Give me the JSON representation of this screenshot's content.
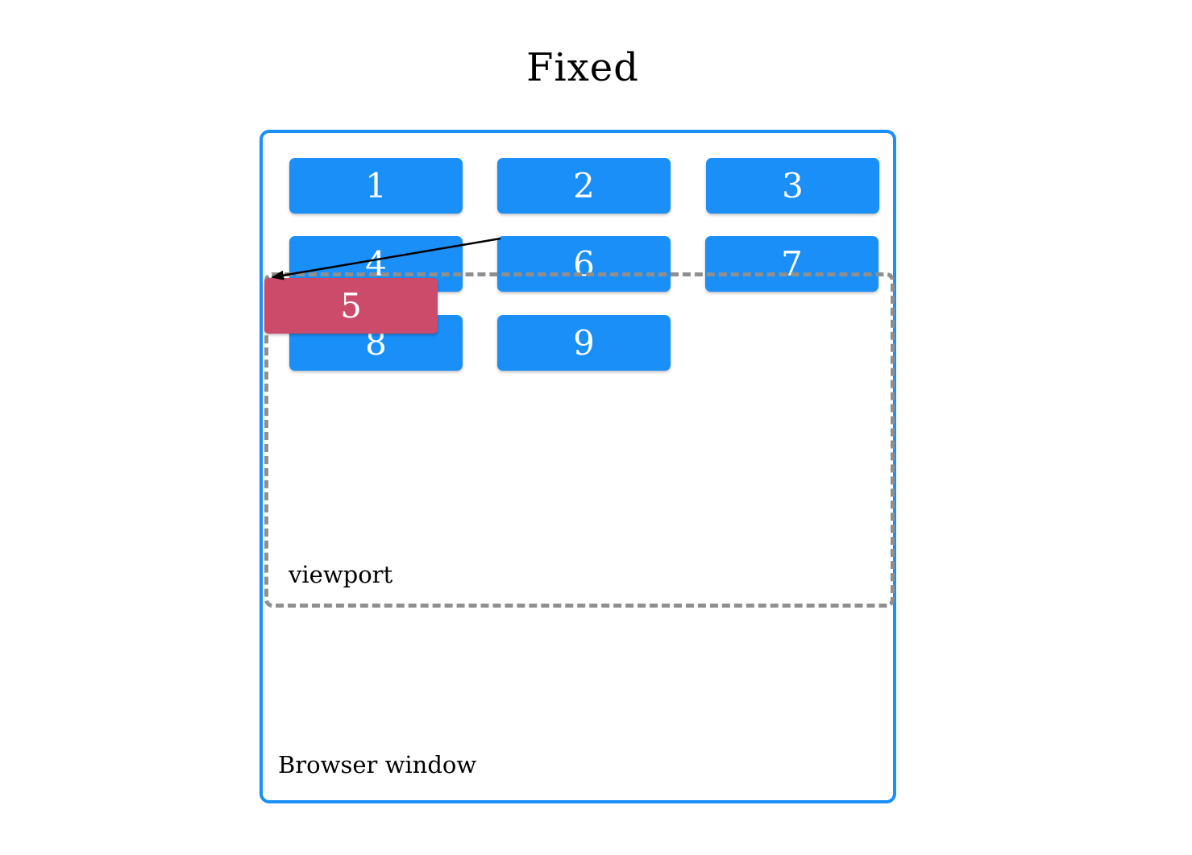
{
  "title": "Fixed",
  "browser_window": {
    "label": "Browser window",
    "border_color": "#1a8ff7"
  },
  "viewport": {
    "label": "viewport",
    "border_color": "#8f8f8f"
  },
  "tiles": [
    "1",
    "2",
    "3",
    "4",
    "6",
    "7",
    "8",
    "9"
  ],
  "dragged_tile": {
    "label": "5",
    "color": "#cc4a6a"
  },
  "tile_color": "#1a8ff7",
  "arrow_icon": "arrow-left-icon"
}
